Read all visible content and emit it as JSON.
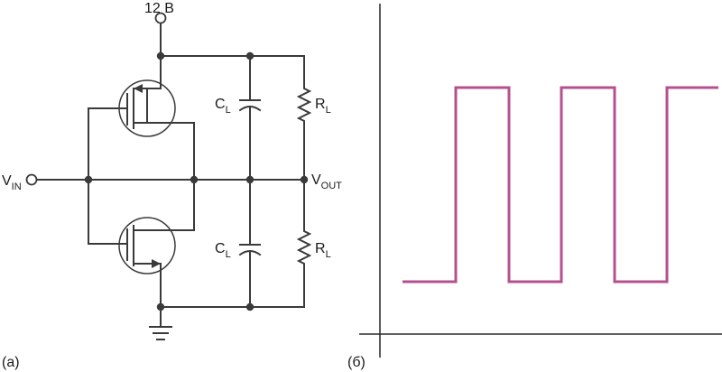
{
  "schematic": {
    "supply_label": "12 В",
    "vin_main": "V",
    "vin_sub": "IN",
    "vout_main": "V",
    "vout_sub": "OUT",
    "cap_main": "C",
    "cap_sub": "L",
    "res_main": "R",
    "res_sub": "L",
    "panel_label": "(а)"
  },
  "waveform": {
    "panel_label": "(б)",
    "color": "#b5508f",
    "levels": [
      0,
      1,
      0,
      1,
      0,
      1
    ]
  }
}
